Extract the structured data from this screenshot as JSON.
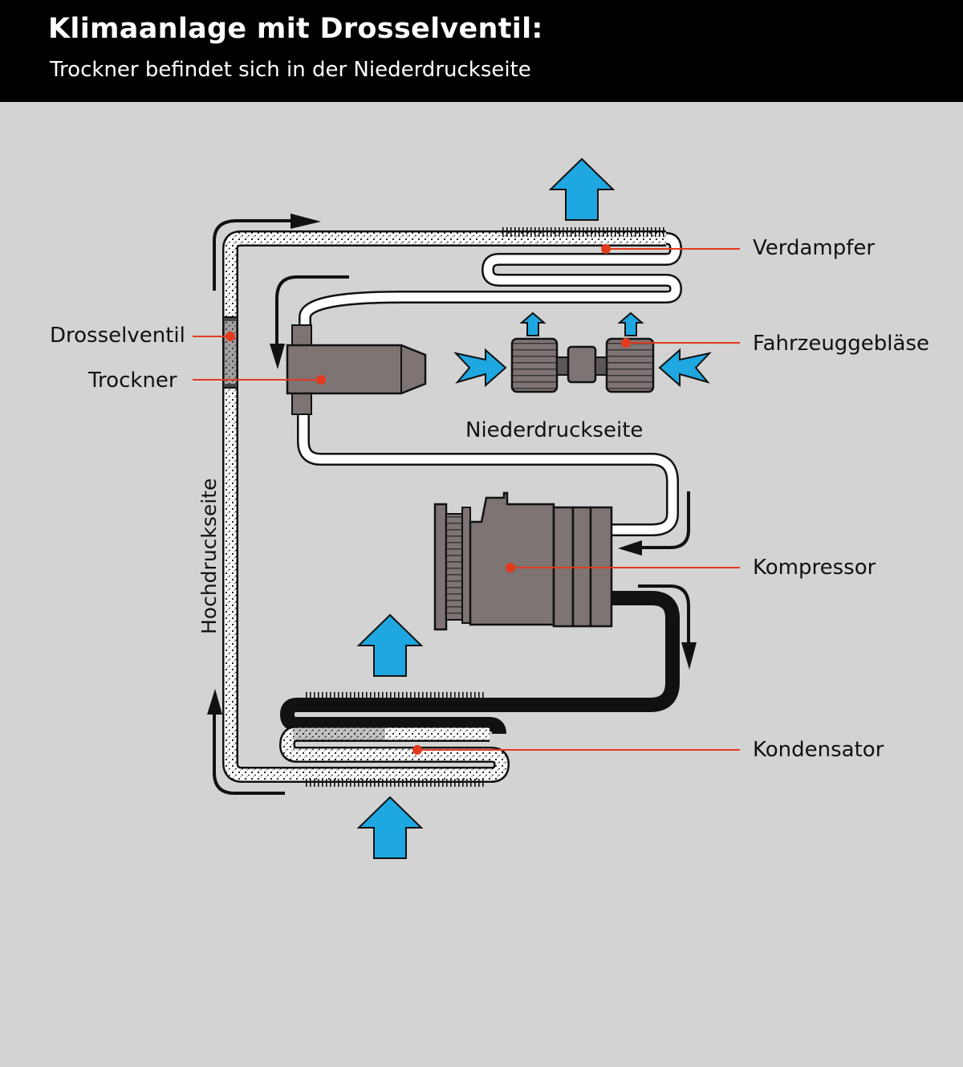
{
  "header": {
    "title": "Klimaanlage mit Drosselventil:",
    "subtitle": "Trockner befindet sich in der Niederdruckseite"
  },
  "labels": {
    "verdampfer": "Verdampfer",
    "fahrzeuggeblaese": "Fahrzeuggebläse",
    "drosselventil": "Drosselventil",
    "trockner": "Trockner",
    "niederdruckseite": "Niederdruckseite",
    "kompressor": "Kompressor",
    "hochdruckseite": "Hochdruckseite",
    "kondensator": "Kondensator"
  },
  "colors": {
    "background": "#d3d3d3",
    "header": "#000000",
    "component": "#7d7473",
    "airflow": "#1ea7e1",
    "leader_line": "#e23a1e",
    "pipe_dark": "#111111",
    "pipe_light": "#ffffff"
  }
}
